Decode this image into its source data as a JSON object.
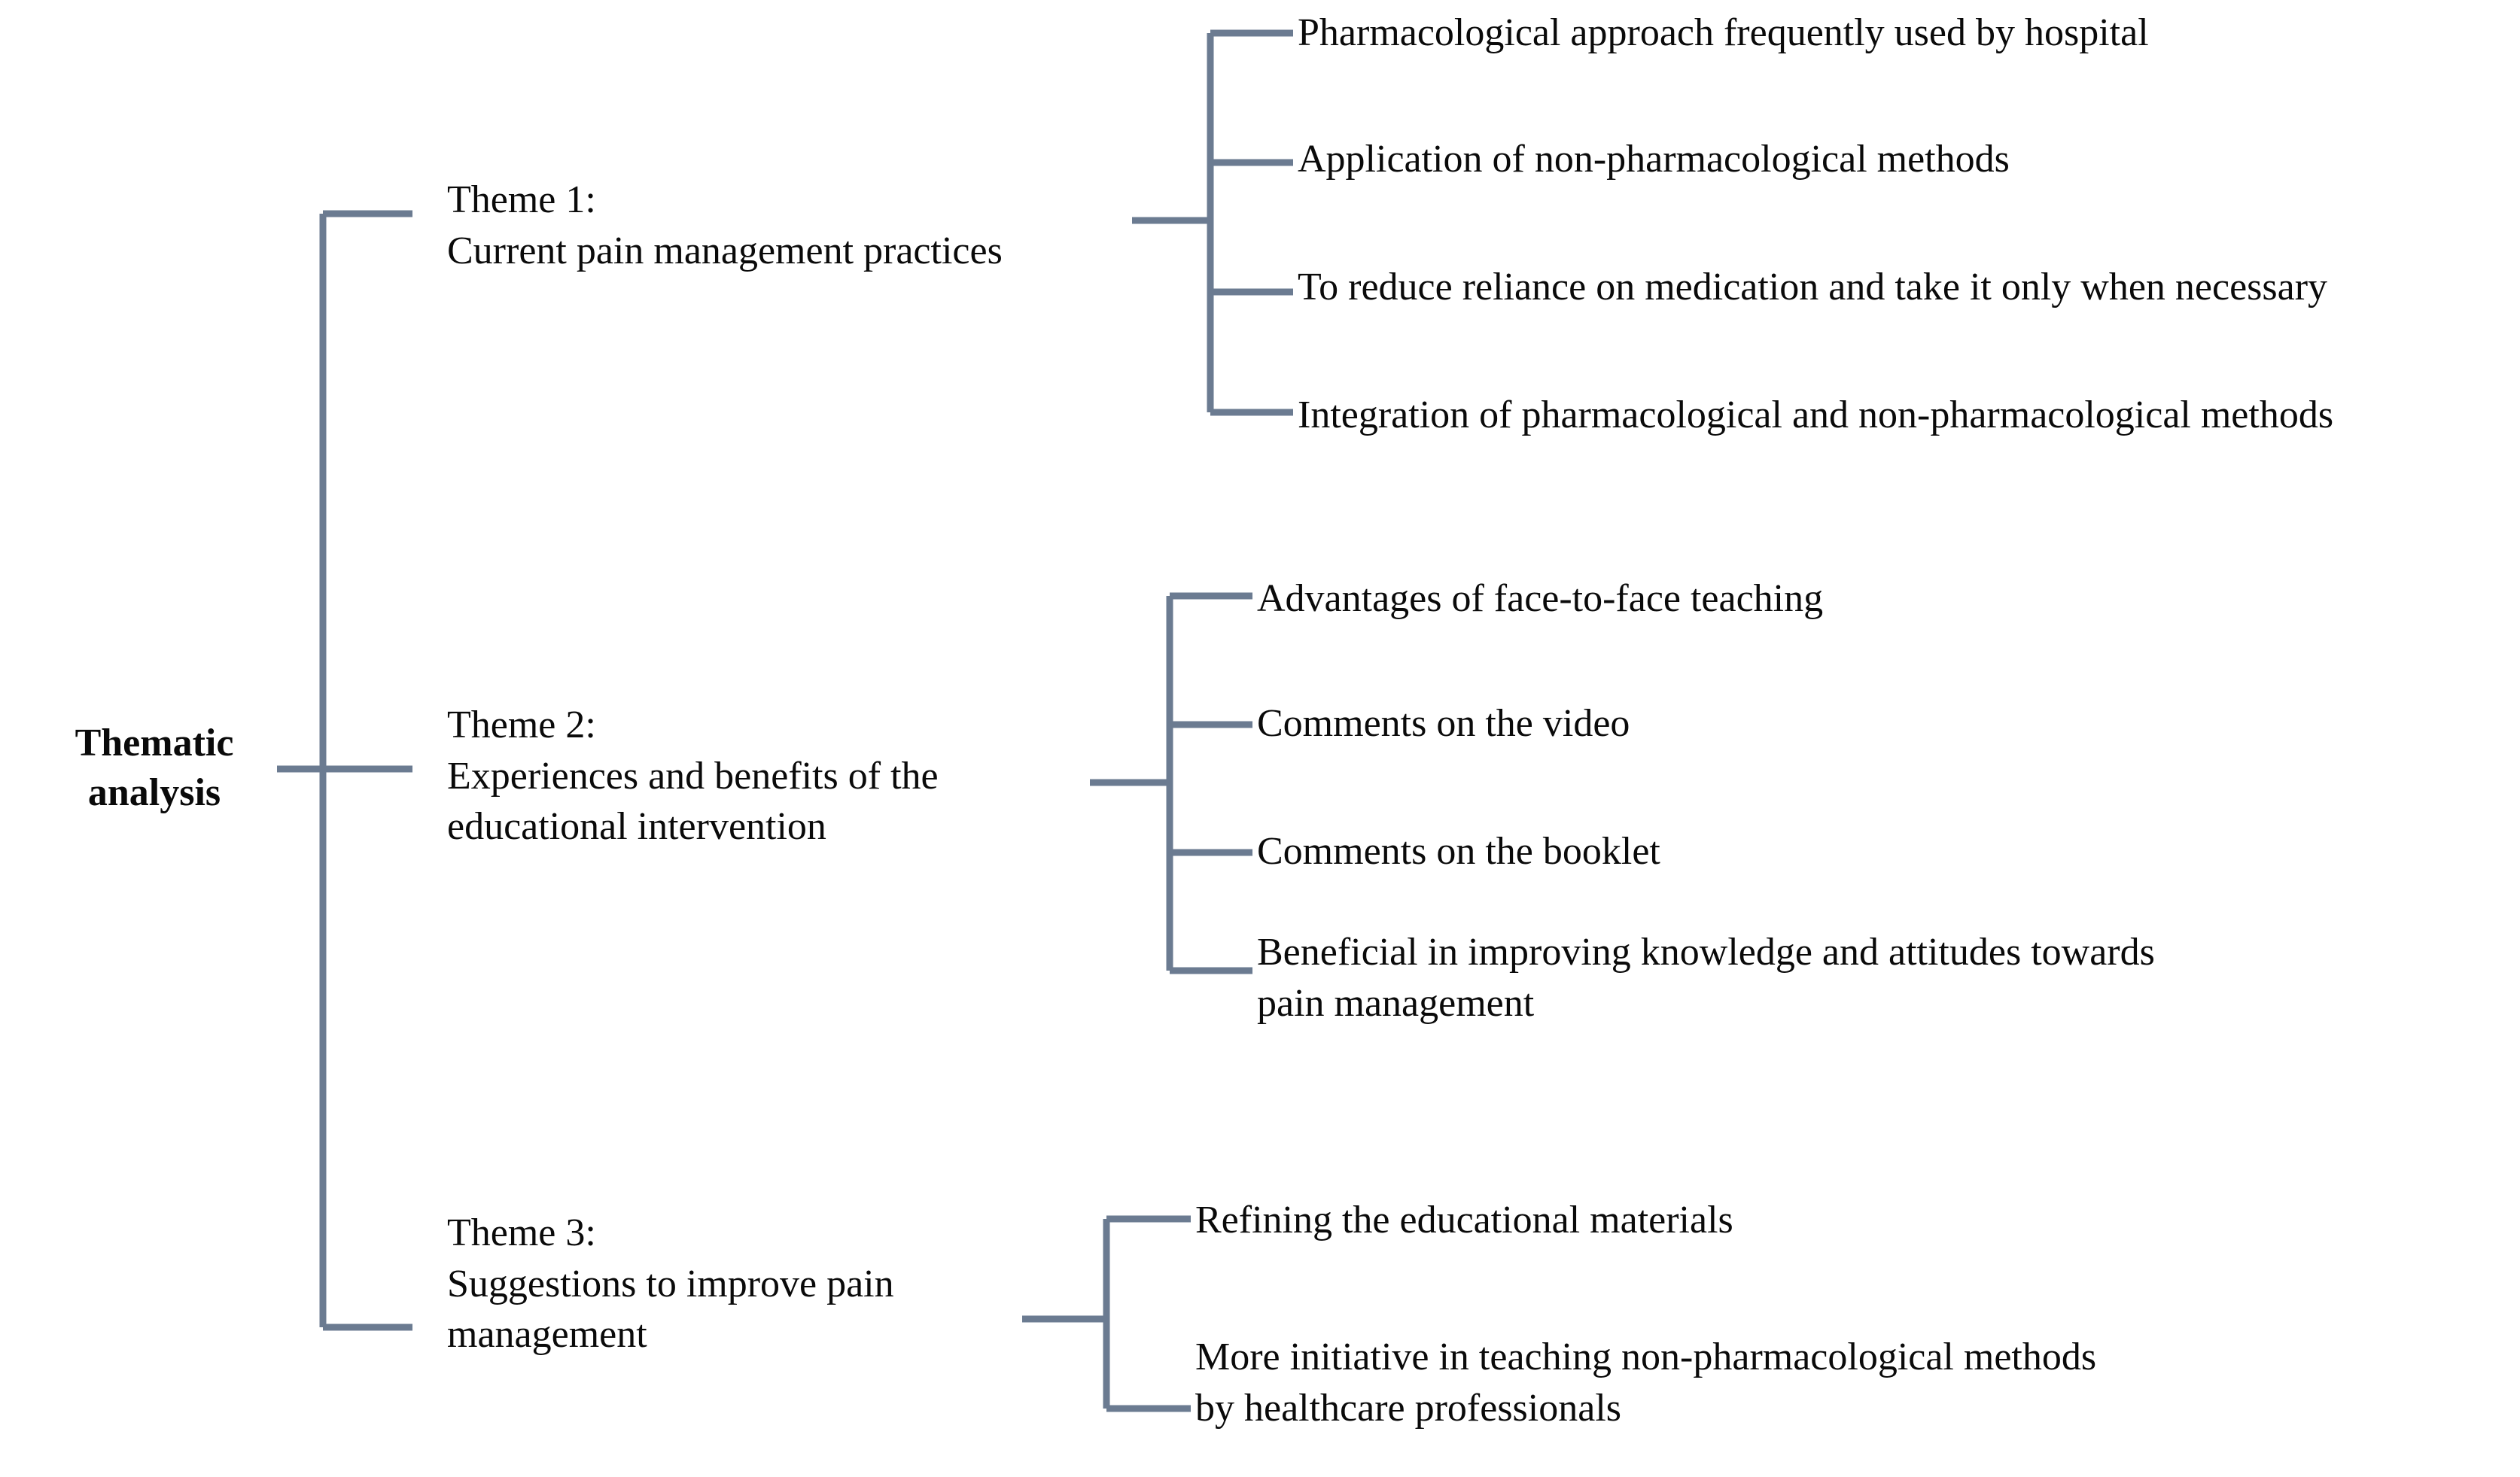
{
  "diagram": {
    "type": "tree",
    "orientation": "left-to-right",
    "title": "Thematic analysis",
    "connector_color": "#6b7b91",
    "background_color": "#ffffff",
    "text_color": "#0a0a0a",
    "levels": 3
  },
  "root": {
    "label": "Thematic\nanalysis"
  },
  "themes": [
    {
      "id": "theme-1",
      "label": "Theme 1:\nCurrent pain management practices",
      "heading": "Theme 1:",
      "name": "Current pain management practices",
      "children": [
        {
          "label": "Pharmacological approach frequently used by hospital"
        },
        {
          "label": "Application of non-pharmacological methods"
        },
        {
          "label": "To reduce reliance on medication and take it only when necessary"
        },
        {
          "label": "Integration of pharmacological and non-pharmacological methods"
        }
      ]
    },
    {
      "id": "theme-2",
      "label": "Theme 2:\nExperiences and benefits of the\neducational intervention",
      "heading": "Theme 2:",
      "name": "Experiences and benefits of the educational intervention",
      "children": [
        {
          "label": "Advantages of face-to-face teaching"
        },
        {
          "label": "Comments on the video"
        },
        {
          "label": "Comments on the booklet"
        },
        {
          "label": "Beneficial in improving knowledge and attitudes towards\npain management"
        }
      ]
    },
    {
      "id": "theme-3",
      "label": "Theme 3:\nSuggestions to improve pain\nmanagement",
      "heading": "Theme 3:",
      "name": "Suggestions to improve pain management",
      "children": [
        {
          "label": "Refining the educational materials"
        },
        {
          "label": "More initiative in teaching non-pharmacological methods\nby healthcare professionals"
        }
      ]
    }
  ]
}
